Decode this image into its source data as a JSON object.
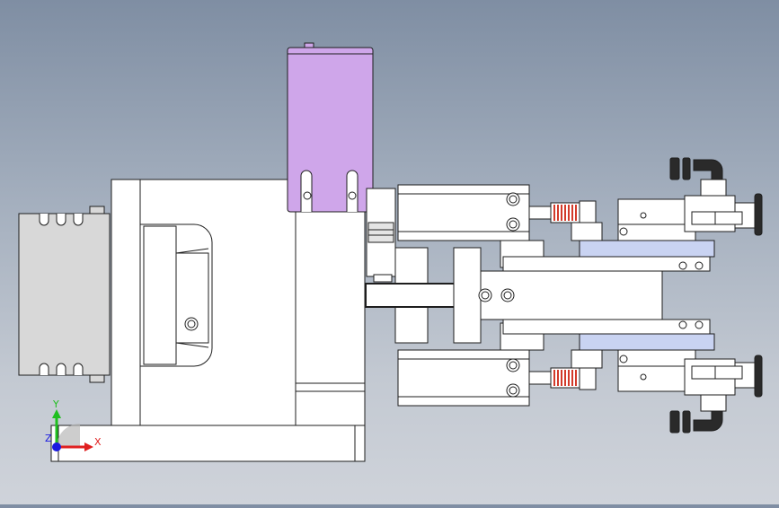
{
  "viewport": {
    "background_top": "#7f8ea3",
    "background_bottom": "#cfd3da"
  },
  "model": {
    "line_color": "#1e1e1e",
    "body_fill": "#ffffff",
    "grey_part_fill": "#d8d8d8",
    "highlight_part_fill": "#cfa6ea",
    "spring_color": "#d23a2a",
    "fitting_color": "#2a2a2a",
    "blue_part_fill": "#c9d3f2"
  },
  "triad": {
    "x_label": "X",
    "y_label": "Y",
    "z_label": "Z",
    "x_color": "#e02020",
    "y_color": "#1fbf1f",
    "z_color": "#1a1ae0"
  }
}
